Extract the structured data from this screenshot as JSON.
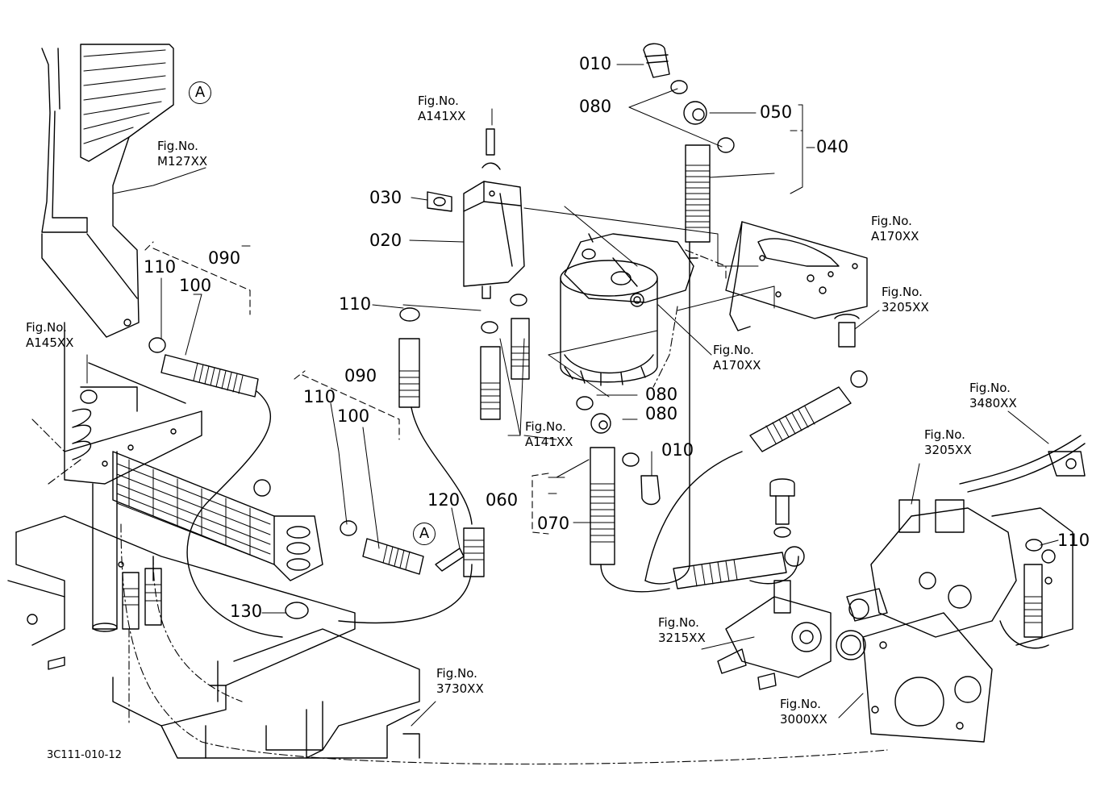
{
  "diagram_code": "3C111-010-12",
  "ref_markers": [
    "A",
    "A"
  ],
  "part_numbers": {
    "p010a": "010",
    "p010b": "010",
    "p020": "020",
    "p030": "030",
    "p040": "040",
    "p050": "050",
    "p060": "060",
    "p070": "070",
    "p080a": "080",
    "p080b": "080",
    "p080c": "080",
    "p090a": "090",
    "p090b": "090",
    "p100a": "100",
    "p100b": "100",
    "p110a": "110",
    "p110b": "110",
    "p110c": "110",
    "p110d": "110",
    "p120": "120",
    "p130": "130"
  },
  "fig_refs": [
    {
      "label": "Fig.No.",
      "code": "M127XX"
    },
    {
      "label": "Fig.No.",
      "code": "A141XX"
    },
    {
      "label": "Fig.No.",
      "code": "A145XX"
    },
    {
      "label": "Fig.No.",
      "code": "A170XX"
    },
    {
      "label": "Fig.No.",
      "code": "3205XX"
    },
    {
      "label": "Fig.No.",
      "code": "A170XX"
    },
    {
      "label": "Fig.No.",
      "code": "A141XX"
    },
    {
      "label": "Fig.No.",
      "code": "3480XX"
    },
    {
      "label": "Fig.No.",
      "code": "3205XX"
    },
    {
      "label": "Fig.No.",
      "code": "3215XX"
    },
    {
      "label": "Fig.No.",
      "code": "3730XX"
    },
    {
      "label": "Fig.No.",
      "code": "3000XX"
    }
  ]
}
